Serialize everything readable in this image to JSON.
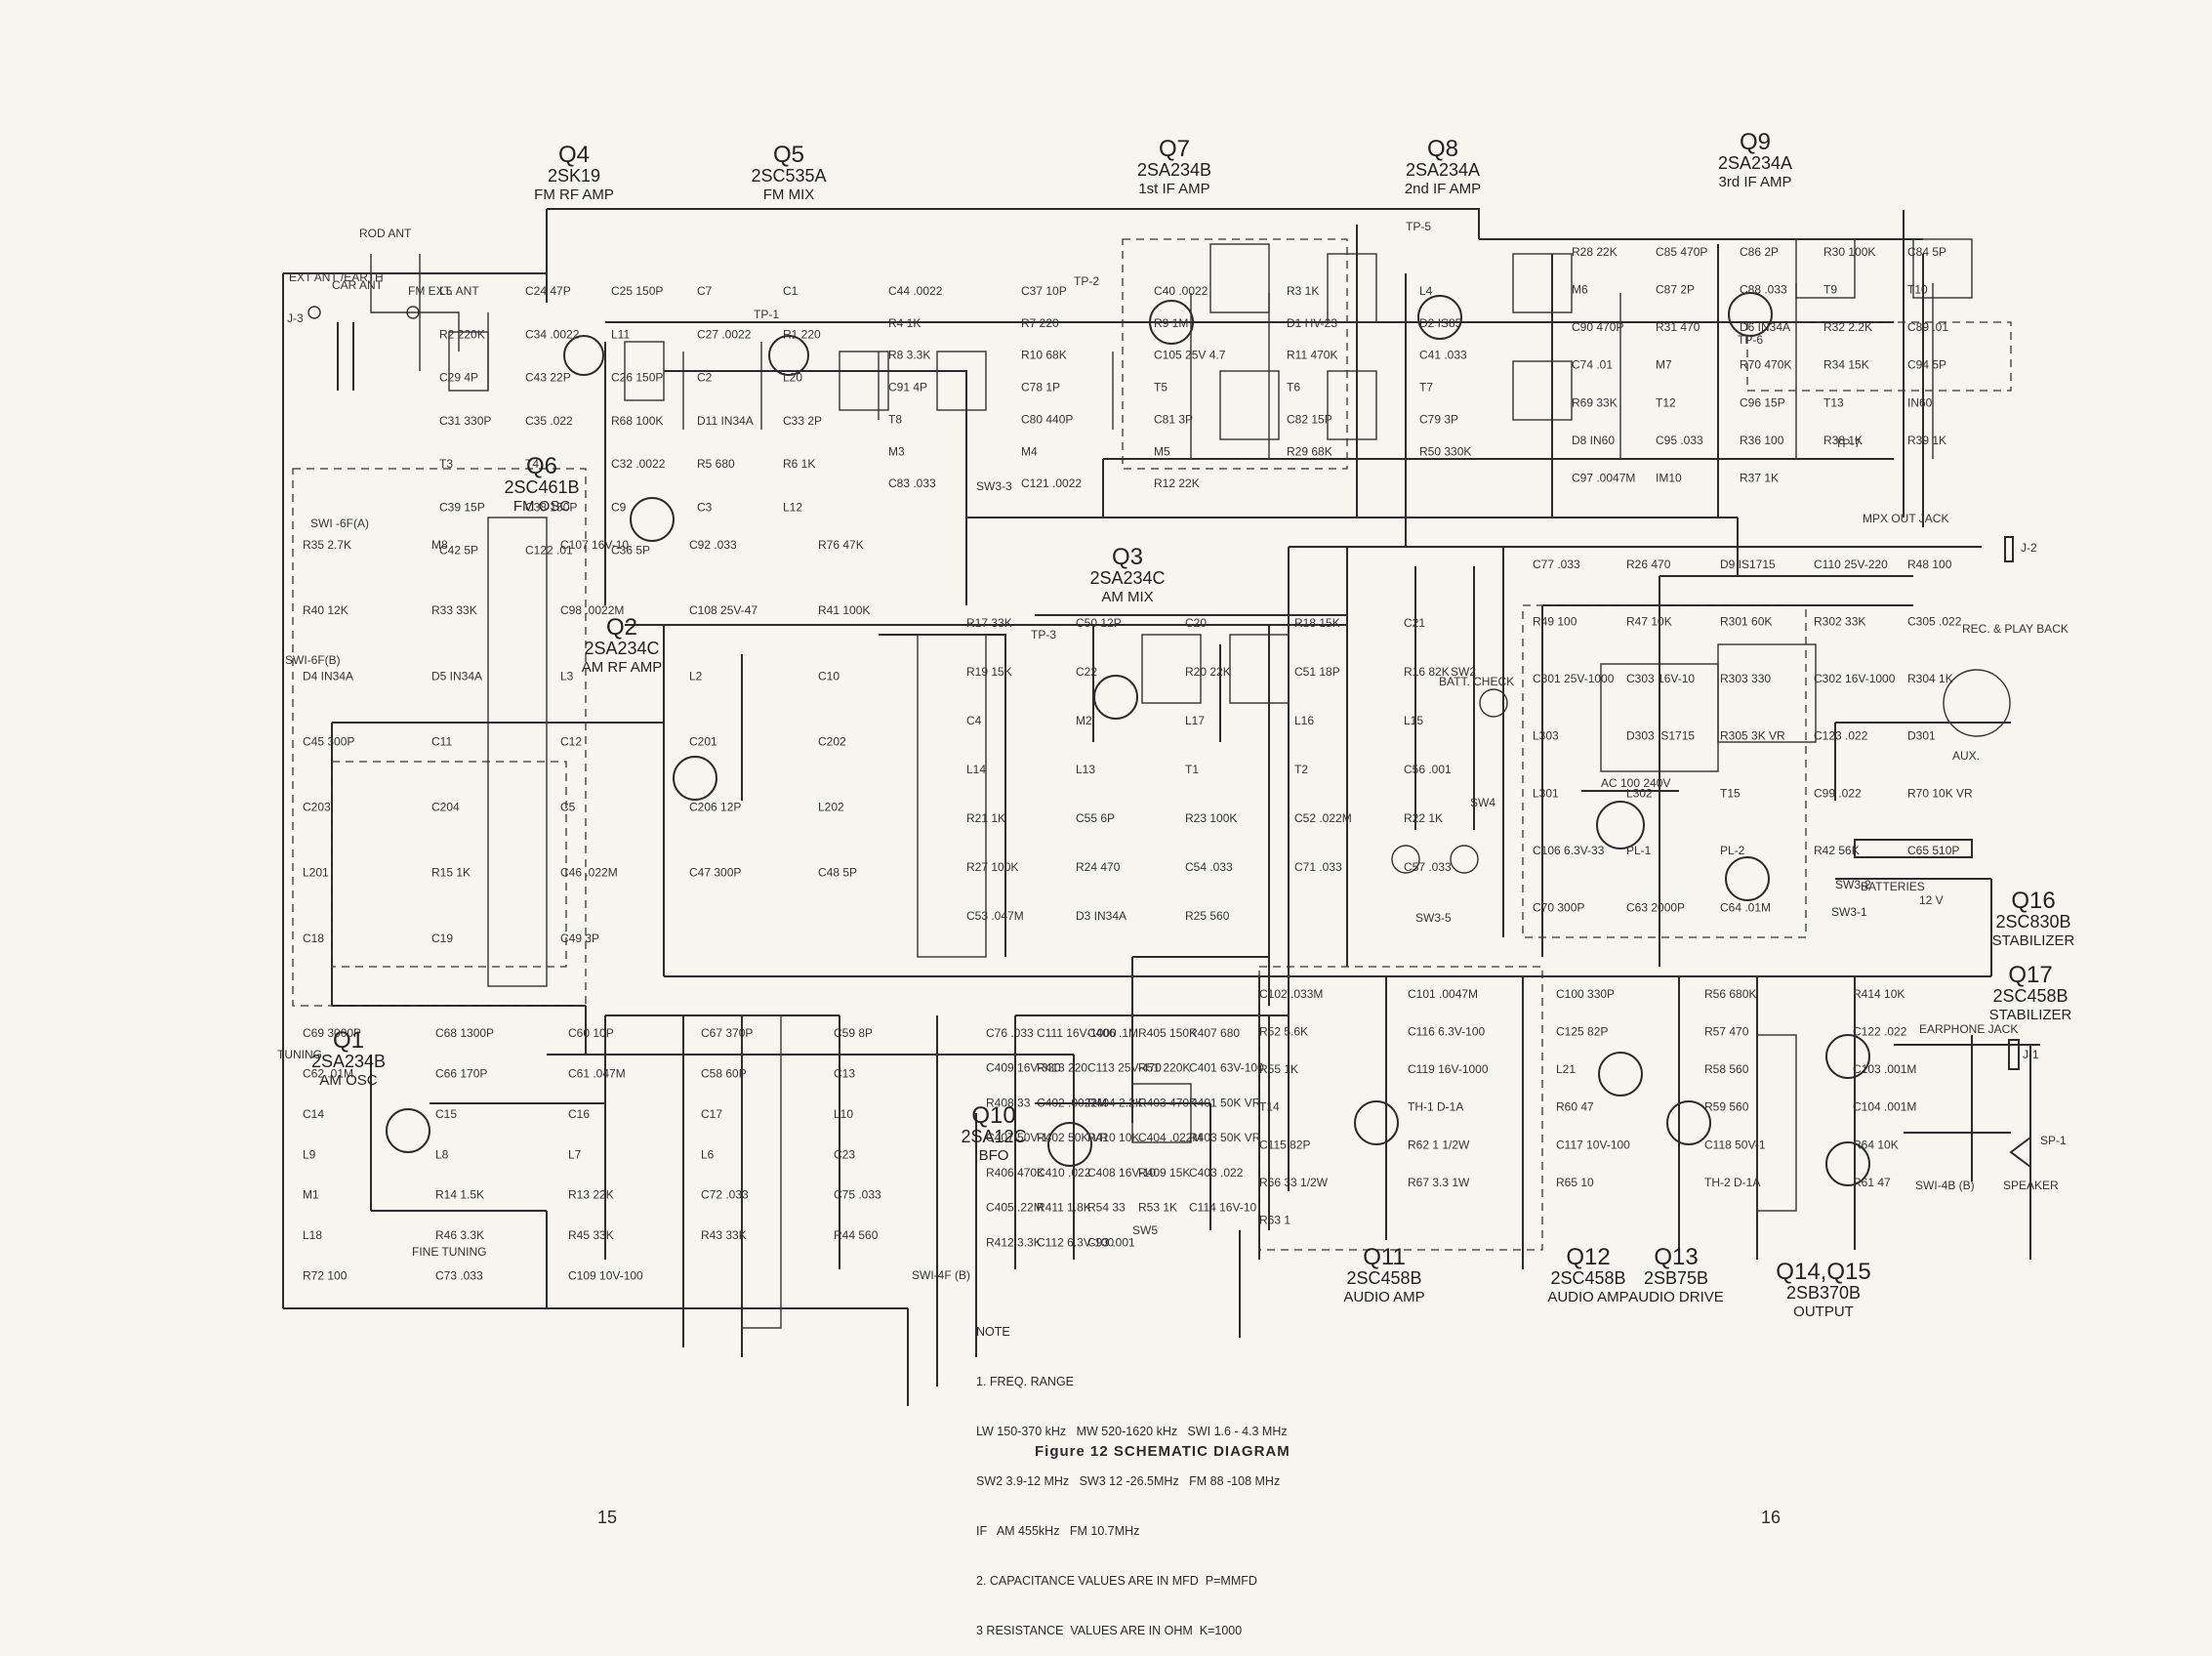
{
  "caption": "Figure 12  SCHEMATIC DIAGRAM",
  "page_numbers": [
    "15",
    "16"
  ],
  "transistors": [
    {
      "ref": "Q4",
      "part": "2SK19",
      "func": "FM RF AMP"
    },
    {
      "ref": "Q5",
      "part": "2SC535A",
      "func": "FM MIX"
    },
    {
      "ref": "Q7",
      "part": "2SA234B",
      "func": "1st IF AMP"
    },
    {
      "ref": "Q8",
      "part": "2SA234A",
      "func": "2nd IF AMP"
    },
    {
      "ref": "Q9",
      "part": "2SA234A",
      "func": "3rd IF AMP"
    },
    {
      "ref": "Q6",
      "part": "2SC461B",
      "func": "FM OSC"
    },
    {
      "ref": "Q3",
      "part": "2SA234C",
      "func": "AM MIX"
    },
    {
      "ref": "Q2",
      "part": "2SA234C",
      "func": "AM RF AMP"
    },
    {
      "ref": "Q1",
      "part": "2SA234B",
      "func": "AM OSC"
    },
    {
      "ref": "Q10",
      "part": "2SA12C",
      "func": "BFO"
    },
    {
      "ref": "Q11",
      "part": "2SC458B",
      "func": "AUDIO AMP"
    },
    {
      "ref": "Q12",
      "part": "2SC458B",
      "func": "AUDIO AMP"
    },
    {
      "ref": "Q13",
      "part": "2SB75B",
      "func": "AUDIO DRIVE"
    },
    {
      "ref": "Q14,Q15",
      "part": "2SB370B",
      "func": "OUTPUT"
    },
    {
      "ref": "Q16",
      "part": "2SC830B",
      "func": "STABILIZER"
    },
    {
      "ref": "Q17",
      "part": "2SC458B",
      "func": "STABILIZER"
    }
  ],
  "labels": {
    "rod_ant": "ROD ANT",
    "ext_ant": "EXT ANT /EARTH",
    "car_ant": "CAR ANT",
    "fm_ext_ant": "FM EXT. ANT",
    "j3": "J-3",
    "mpx_out": "MPX OUT JACK",
    "j2": "J-2",
    "rec_play": "REC. & PLAY BACK",
    "batteries": "BATTERIES",
    "battery_v": "12 V",
    "earphone": "EARPHONE JACK",
    "j1": "J-1",
    "speaker": "SPEAKER",
    "sp1": "SP-1",
    "aux": "AUX.",
    "tuning": "TUNING",
    "fine_tuning": "FINE TUNING",
    "batt_check": "BATT. CHECK",
    "ac_in": "AC 100 240V",
    "tp1": "TP-1",
    "tp2": "TP-2",
    "tp3": "TP-3",
    "tp5": "TP-5",
    "tp6": "TP-6",
    "tp7": "TP-7",
    "sw1_6f_a": "SWI -6F(A)",
    "sw1_6f_b": "SWI-6F(B)",
    "sw3_3": "SW3-3",
    "sw2": "SW2",
    "sw4": "SW4",
    "sw5": "SW5",
    "sw3_5": "SW3-5",
    "sw3_2": "SW3-2",
    "sw3_1": "SW3-1",
    "sw1_4f_b": "SWI-4F (B)",
    "sw1_4b": "SWI-4B (B)"
  },
  "components": [
    "L5",
    "C24 47P",
    "C25 150P",
    "C7",
    "C1",
    "R2 220K",
    "C34 .0022",
    "L11",
    "C27 .0022",
    "R1 220",
    "C29 4P",
    "C43 22P",
    "C26 150P",
    "C2",
    "L20",
    "C31 330P",
    "C35 .022",
    "R68 100K",
    "D11 IN34A",
    "C33 2P",
    "T3",
    "T4",
    "C32 .0022",
    "R5 680",
    "R6 1K",
    "C39 15P",
    "C38 150P",
    "C9",
    "C3",
    "L12",
    "C42 5P",
    "C122 .01",
    "C36 5P",
    "C44 .0022",
    "C37 10P",
    "C40 .0022",
    "R3 1K",
    "L4",
    "R4 1K",
    "R7 220",
    "R9 1M",
    "D1 HV-23",
    "D2 IS85",
    "R8 3.3K",
    "R10 68K",
    "C105 25V 4.7",
    "R11 470K",
    "C41 .033",
    "C91 4P",
    "C78 1P",
    "T5",
    "T6",
    "T7",
    "T8",
    "C80 440P",
    "C81 3P",
    "C82 15P",
    "C79 3P",
    "M3",
    "M4",
    "M5",
    "R29 68K",
    "R50 330K",
    "C83 .033",
    "C121 .0022",
    "R12 22K",
    "R28 22K",
    "C85 470P",
    "C86 2P",
    "R30 100K",
    "C84 5P",
    "M6",
    "C87 2P",
    "C88 .033",
    "T9",
    "T10",
    "C90 470P",
    "R31 470",
    "D6 IN34A",
    "R32 2.2K",
    "C89 .01",
    "C74 .01",
    "M7",
    "R70 470K",
    "R34 15K",
    "C94 5P",
    "R69 33K",
    "T12",
    "C96 15P",
    "T13",
    "IN60",
    "D8 IN60",
    "C95 .033",
    "R36 100",
    "R38 1K",
    "R39 1K",
    "C97 .0047M",
    "IM10",
    "R37 1K",
    "R35 2.7K",
    "M8",
    "C107 16V-10",
    "C92 .033",
    "R76 47K",
    "R40 12K",
    "R33 33K",
    "C98 .0022M",
    "C108 25V-47",
    "R41 100K",
    "D4 IN34A",
    "D5 IN34A",
    "L3",
    "L2",
    "C10",
    "C45 300P",
    "C11",
    "C12",
    "C201",
    "C202",
    "C203",
    "C204",
    "C5",
    "C206 12P",
    "L202",
    "L201",
    "R15 1K",
    "C46 .022M",
    "C47 300P",
    "C48 5P",
    "C18",
    "C19",
    "C49 3P",
    "R17 33K",
    "C50 12P",
    "C20",
    "R18 15K",
    "C21",
    "R19 15K",
    "C22",
    "R20 22K",
    "C51 18P",
    "R16 82K",
    "C4",
    "M2",
    "L17",
    "L16",
    "L15",
    "L14",
    "L13",
    "T1",
    "T2",
    "C56 .001",
    "R21 1K",
    "C55 6P",
    "R23 100K",
    "C52 .022M",
    "R22 1K",
    "R27 100K",
    "R24 470",
    "C54 .033",
    "C71 .033",
    "C57 .033",
    "C53 .047M",
    "D3 IN34A",
    "R25 560",
    "C77 .033",
    "R26 470",
    "D9 IS1715",
    "C110 25V-220",
    "R48 100",
    "R49 100",
    "R47 10K",
    "R301 60K",
    "R302 33K",
    "C305 .022",
    "C301 25V-1000",
    "C303 16V-10",
    "R303 330",
    "C302 16V-1000",
    "R304 1K",
    "L303",
    "D303 IS1715",
    "R305 3K VR",
    "C123 .022",
    "D301",
    "L301",
    "L302",
    "T15",
    "C99 .022",
    "R70 10K VR",
    "C106 6.3V-33",
    "PL-1",
    "PL-2",
    "R42 56K",
    "C65 510P",
    "C70 300P",
    "C63 2000P",
    "C64 .01M",
    "C69 3000P",
    "C68 1300P",
    "C60 10P",
    "C67 370P",
    "C59 8P",
    "C62 .01M",
    "C66 170P",
    "C61 .047M",
    "C58 60P",
    "C13",
    "C14",
    "C15",
    "C16",
    "C17",
    "L10",
    "L9",
    "L8",
    "L7",
    "L6",
    "C23",
    "M1",
    "R14 1.5K",
    "R13 22K",
    "C72 .033",
    "C75 .033",
    "L18",
    "R46 3.3K",
    "R45 33K",
    "R43 33K",
    "R44 560",
    "R72 100",
    "C73 .033",
    "C109 10V-100",
    "C76 .033",
    "C111 16V-1000",
    "C406 .1M",
    "R405 150K",
    "R407 680",
    "C409 16V-330",
    "R413 220",
    "C113 25V-470",
    "R51 220K",
    "C401 63V-100",
    "R408 33",
    "C402 .0022M",
    "R404 2.2K",
    "R403 470K",
    "R401 50K VR",
    "C407 50V-1",
    "R402 50K VR",
    "R410 10K",
    "C404 .022M",
    "R403 50K VR",
    "R406 470K",
    "C410 .022",
    "C408 16V-10",
    "R409 15K",
    "C403 .022",
    "C405 .22M",
    "R411 1.8K",
    "R54 33",
    "R53 1K",
    "C114 16V-10",
    "R412 3.3K",
    "C112 6.3V-100",
    "C93 .001",
    "C102 .033M",
    "C101 .0047M",
    "C100 330P",
    "R56 680K",
    "R414 10K",
    "R52 5.6K",
    "C116 6.3V-100",
    "C125 82P",
    "R57 470",
    "C122 .022",
    "R55 1K",
    "C119 16V-1000",
    "L21",
    "R58 560",
    "C103 .001M",
    "T14",
    "TH-1 D-1A",
    "R60 47",
    "R59 560",
    "C104 .001M",
    "C115 82P",
    "R62 1 1/2W",
    "C117 10V-100",
    "C118 50V-1",
    "R64 10K",
    "R66 33 1/2W",
    "R67 3.3 1W",
    "R65 10",
    "TH-2 D-1A",
    "R61 47",
    "R63 1"
  ],
  "notes": [
    "NOTE",
    "1. FREQ. RANGE",
    "LW 150-370 kHz   MW 520-1620 kHz   SWI 1.6 - 4.3 MHz",
    "SW2 3.9-12 MHz   SW3 12 -26.5MHz   FM 88 -108 MHz",
    "IF   AM 455kHz   FM 10.7MHz",
    "2. CAPACITANCE VALUES ARE IN MFD  P=MMFD",
    "3 RESISTANCE  VALUES ARE IN OHM  K=1000"
  ]
}
